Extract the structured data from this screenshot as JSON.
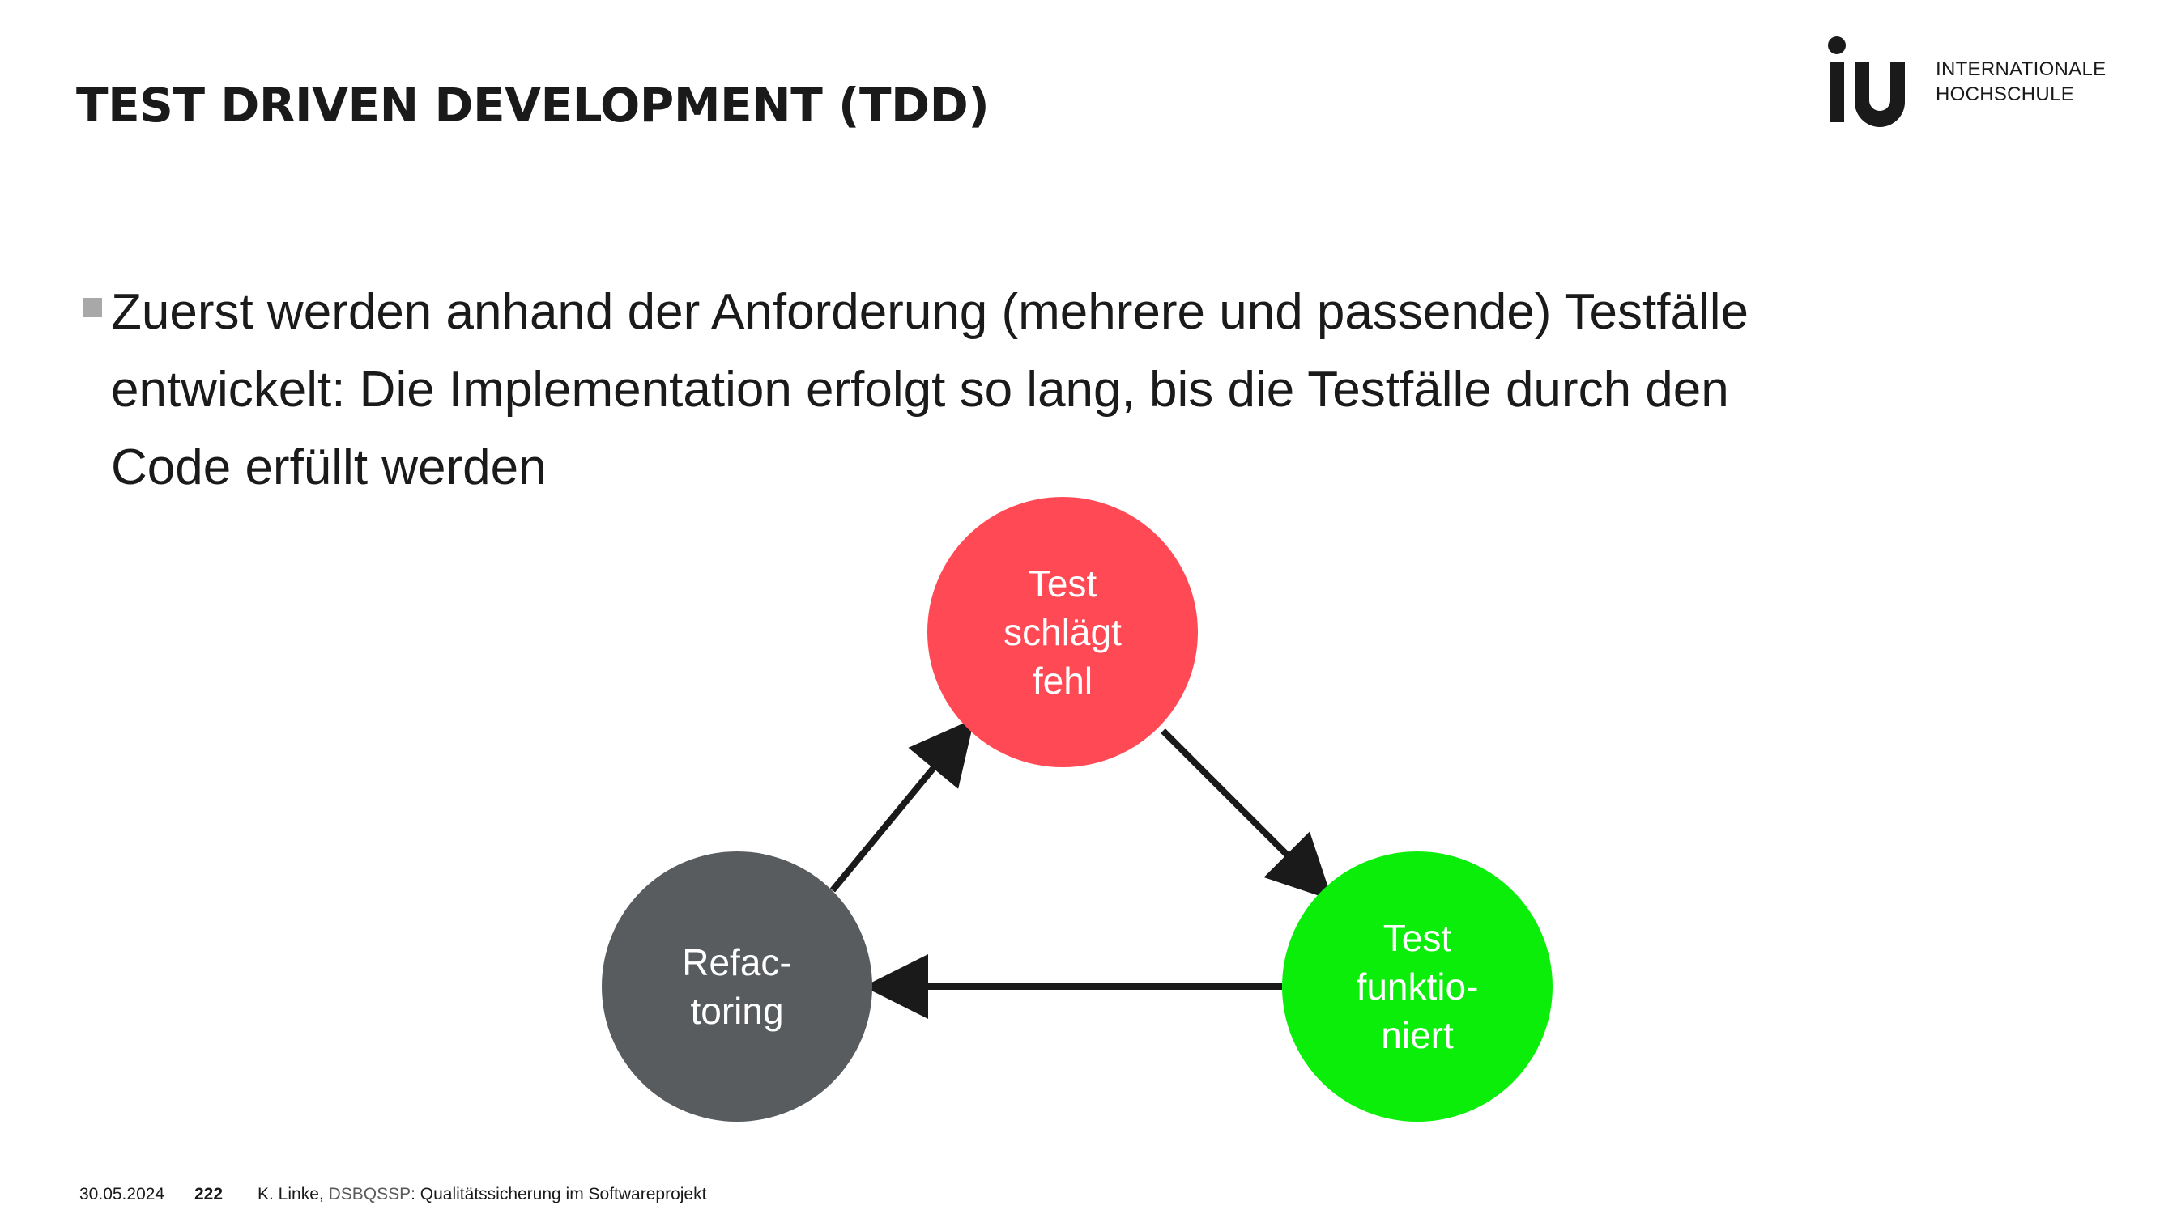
{
  "slide": {
    "title": "TEST DRIVEN DEVELOPMENT (TDD)",
    "logo": {
      "mark_text": "iu",
      "line1": "INTERNATIONALE",
      "line2": "HOCHSCHULE"
    },
    "bullet": {
      "text": "Zuerst werden anhand der Anforderung (mehrere und passende) Testfälle entwickelt: Die Implementation erfolgt so lang, bis die Testfälle durch den Code erfüllt werden"
    }
  },
  "diagram": {
    "nodes": {
      "test_fails": {
        "label": "Test\nschlägt\nfehl",
        "color": "#ff4a55"
      },
      "test_passes": {
        "label": "Test\nfunktio-\nniert",
        "color": "#0aee0a"
      },
      "refactoring": {
        "label": "Refac-\ntoring",
        "color": "#585c5f"
      }
    },
    "edges": [
      {
        "from": "Test schlägt fehl",
        "to": "Test funktioniert"
      },
      {
        "from": "Test funktioniert",
        "to": "Refactoring"
      },
      {
        "from": "Refactoring",
        "to": "Test schlägt fehl"
      }
    ],
    "arrow_color": "#1a1a1a"
  },
  "footer": {
    "date": "30.05.2024",
    "page": "222",
    "author": "K. Linke, ",
    "course": "DSBQSSP",
    "course_title": ": Qualitätssicherung im Softwareprojekt"
  },
  "colors": {
    "bullet_marker": "#a8a8a8",
    "text": "#1a1a1a"
  }
}
